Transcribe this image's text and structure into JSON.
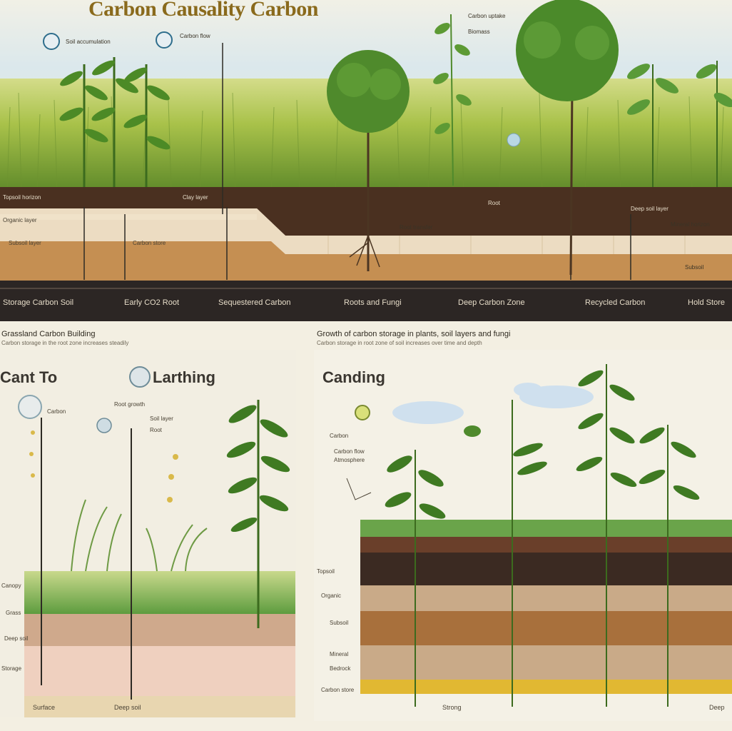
{
  "header": {
    "title": "Carbon Causality Carbon"
  },
  "top_panel": {
    "callouts": [
      "Soil accumulation",
      "Carbon flow",
      "Carbon uptake",
      "Biomass",
      "Root",
      "Root transfer",
      "Deep soil layer",
      "Mineral horizon",
      "Subsoil"
    ],
    "layer_labels": [
      "Topsoil horizon",
      "Organic layer",
      "Subsoil layer",
      "Carbon store",
      "Clay layer"
    ],
    "bottom_bar_labels": [
      "Storage Carbon Soil",
      "Early CO2 Root",
      "Sequestered Carbon",
      "Roots and Fungi",
      "Deep Carbon Zone",
      "Recycled Carbon",
      "Hold Store"
    ]
  },
  "left_panel": {
    "heading": "Grassland Carbon Building",
    "note": "Carbon storage in the root zone increases steadily",
    "title_a": "Cant To",
    "title_b": "Larthing",
    "callouts": [
      "Carbon",
      "Root growth",
      "Soil layer",
      "Root",
      "Canopy",
      "Grass",
      "Deep soil",
      "Storage"
    ],
    "bottom_label_a": "Surface",
    "bottom_label_b": "Deep soil"
  },
  "right_panel": {
    "heading": "Growth of carbon storage in plants, soil layers and fungi",
    "note": "Carbon storage in root zone of soil increases over time and depth",
    "title": "Canding",
    "callouts": [
      "Carbon",
      "Carbon flow",
      "Atmosphere"
    ],
    "layer_labels": [
      "Topsoil",
      "Organic",
      "Subsoil",
      "Mineral",
      "Bedrock",
      "Carbon store"
    ],
    "bottom_label_a": "Strong",
    "bottom_label_b": "Deep"
  },
  "colors": {
    "sky_top": "#cfe2ee",
    "grass": "#9bbd3c",
    "soil_dark": "#3f2b1e",
    "soil_mid": "#6b4229",
    "soil_light": "#c79a5e",
    "sand": "#e8d4b4",
    "bar": "#2c2624",
    "leaf": "#3f7a22",
    "yellow_band": "#e1b832"
  }
}
